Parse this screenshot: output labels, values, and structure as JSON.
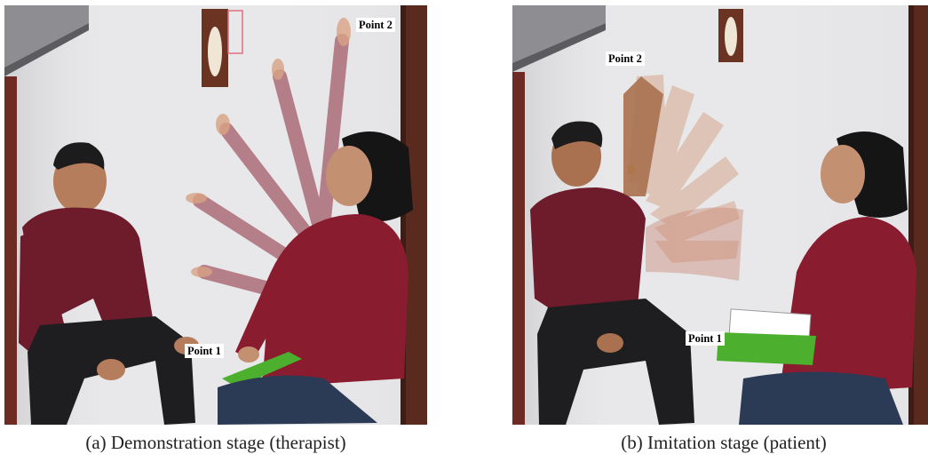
{
  "panels": [
    {
      "id": "a",
      "labels": {
        "point1": "Point 1",
        "point2": "Point 2"
      },
      "caption": "(a)  Demonstration stage (therapist)"
    },
    {
      "id": "b",
      "labels": {
        "point1": "Point 1",
        "point2": "Point 2"
      },
      "caption": "(b)  Imitation stage (patient)"
    }
  ],
  "colors": {
    "wall": "#e9e9ea",
    "door_frame": "#5a2a1e",
    "sweater": "#7b1a2b",
    "pants": "#1d1d1f",
    "jeans": "#2b3a55",
    "skin": "#c98e6b",
    "folder": "#4caf2e"
  }
}
